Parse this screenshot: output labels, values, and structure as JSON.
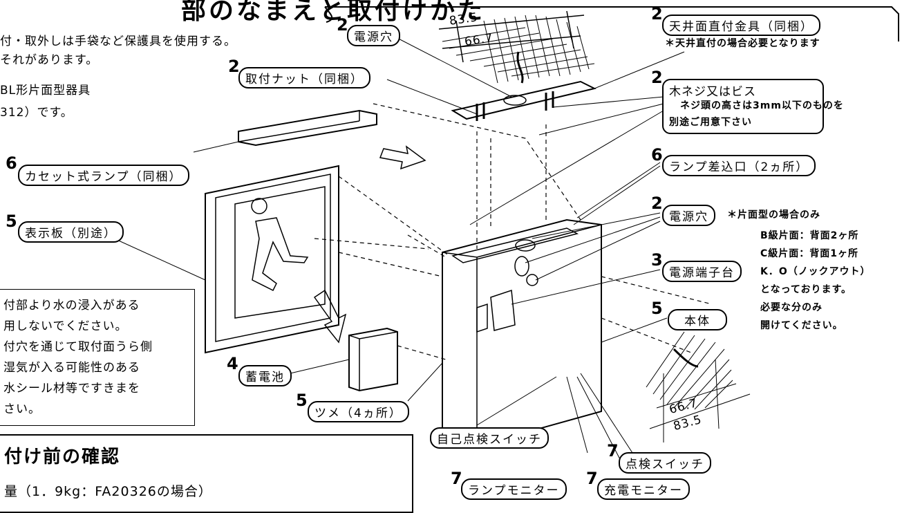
{
  "title": "部のなまえと取付けかた",
  "intro_lines": [
    "付・取外しは手袋など保護具を使用する。",
    "それがあります。",
    "BL形片面型器具",
    "312）です。"
  ],
  "callouts": {
    "power_hole_top": {
      "num": "2",
      "label": "電源穴"
    },
    "mount_nut": {
      "num": "2",
      "label": "取付ナット（同梱）"
    },
    "ceiling_bracket": {
      "num": "2",
      "label": "天井面直付金具（同梱）",
      "note": "＊天井直付の場合必要となります"
    },
    "screws": {
      "num": "2",
      "label": "木ネジ又はビス",
      "note_lines": [
        "ネジ頭の高さは3mm以下のものを",
        "別途ご用意下さい"
      ]
    },
    "cassette_lamp": {
      "num": "6",
      "label": "カセット式ランプ（同梱）"
    },
    "lamp_slot": {
      "num": "6",
      "label": "ランプ差込口（2ヵ所）"
    },
    "display_panel": {
      "num": "5",
      "label": "表示板（別途）"
    },
    "power_hole_side": {
      "num": "2",
      "label": "電源穴",
      "note": "＊片面型の場合のみ",
      "detail_lines": [
        "B級片面：背面2ヶ所",
        "C級片面：背面1ヶ所",
        "K．O（ノックアウト）",
        "となっております。",
        "必要な分のみ",
        "開けてください。"
      ]
    },
    "terminal": {
      "num": "3",
      "label": "電源端子台"
    },
    "body": {
      "num": "5",
      "label": "本体"
    },
    "battery": {
      "num": "4",
      "label": "蓄電池"
    },
    "claw": {
      "num": "5",
      "label": "ツメ（4ヵ所）"
    },
    "self_check": {
      "label": "自己点検スイッチ"
    },
    "check_switch": {
      "num": "7",
      "label": "点検スイッチ"
    },
    "lamp_monitor": {
      "num": "7",
      "label": "ランプモニター"
    },
    "charge_monitor": {
      "num": "7",
      "label": "充電モニター"
    }
  },
  "dimensions": {
    "top_outer": "83.5",
    "top_inner": "66.7",
    "side_inner": "66.7",
    "side_outer": "83.5"
  },
  "warning_lines": [
    "付部より水の浸入がある",
    "用しないでください。",
    "付穴を通じて取付面うら側",
    "湿気が入る可能性のある",
    "水シール材等ですきまを",
    "さい。"
  ],
  "precheck": {
    "heading": "付け前の確認",
    "line": "量（1．9kg：FA20326の場合）"
  }
}
